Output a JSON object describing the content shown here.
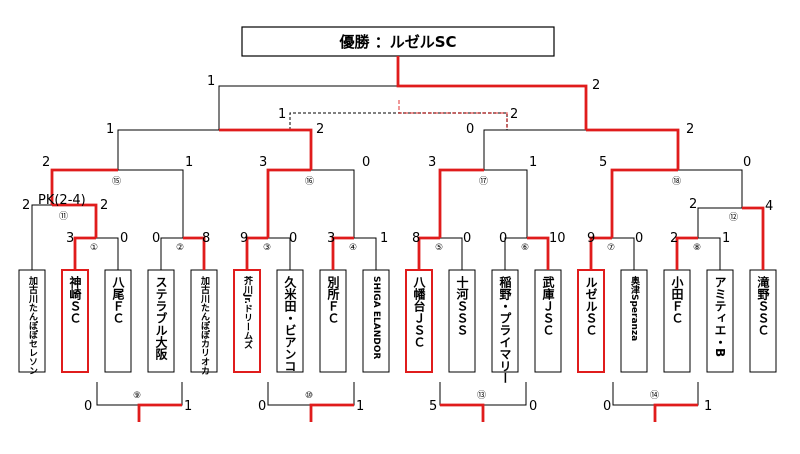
{
  "title": "優勝 ：ルゼルSC",
  "colors": {
    "win": "#e01c1c",
    "line": "#000000",
    "pen": "#e01c1c"
  },
  "teams": [
    {
      "id": "t1",
      "name": "加古川たんぽぽセレソン",
      "win": false
    },
    {
      "id": "t2",
      "name": "神崎ＳＣ",
      "win": true
    },
    {
      "id": "t3",
      "name": "八尾ＦＣ",
      "win": false
    },
    {
      "id": "t4",
      "name": "ステラブル大阪",
      "win": false
    },
    {
      "id": "t5",
      "name": "加古川たんぽぽカリオカ",
      "win": false
    },
    {
      "id": "t6",
      "name": "芥川Jr.ドリームズ",
      "win": true
    },
    {
      "id": "t7",
      "name": "久米田・ビアンコ",
      "win": false
    },
    {
      "id": "t8",
      "name": "別所ＦＣ",
      "win": false
    },
    {
      "id": "t9",
      "name": "SHIGA ELANDOR",
      "win": false
    },
    {
      "id": "t10",
      "name": "八幡台ＪＳＣ",
      "win": true
    },
    {
      "id": "t11",
      "name": "十河ＳＳＳ",
      "win": false
    },
    {
      "id": "t12",
      "name": "稲野・プライマリー",
      "win": false
    },
    {
      "id": "t13",
      "name": "武庫ＪＳＣ",
      "win": false
    },
    {
      "id": "t14",
      "name": "ルゼルＳＣ",
      "win": true
    },
    {
      "id": "t15",
      "name": "奥津Speranza",
      "win": false
    },
    {
      "id": "t16",
      "name": "小田ＦＣ",
      "win": false
    },
    {
      "id": "t17",
      "name": "アミティエ・B",
      "win": false
    },
    {
      "id": "t18",
      "name": "滝野ＳＳＣ",
      "win": false
    }
  ],
  "matches": [
    {
      "id": "m1",
      "label": "①",
      "scoreL": "3",
      "scoreR": "0"
    },
    {
      "id": "m2",
      "label": "②",
      "scoreL": "0",
      "scoreR": "8"
    },
    {
      "id": "m3",
      "label": "③",
      "scoreL": "9",
      "scoreR": "0"
    },
    {
      "id": "m4",
      "label": "④",
      "scoreL": "3",
      "scoreR": "1"
    },
    {
      "id": "m5",
      "label": "⑤",
      "scoreL": "8",
      "scoreR": "0"
    },
    {
      "id": "m6",
      "label": "⑥",
      "scoreL": "0",
      "scoreR": "10"
    },
    {
      "id": "m7",
      "label": "⑦",
      "scoreL": "9",
      "scoreR": "0"
    },
    {
      "id": "m8",
      "label": "⑧",
      "scoreL": "2",
      "scoreR": "1"
    },
    {
      "id": "m9",
      "label": "⑨",
      "scoreL": "0",
      "scoreR": "1"
    },
    {
      "id": "m10",
      "label": "⑩",
      "scoreL": "0",
      "scoreR": "1"
    },
    {
      "id": "m11",
      "label": "⑪",
      "scoreL": "2",
      "scoreR": "2",
      "note": "PK(2-4)"
    },
    {
      "id": "m12",
      "label": "⑫",
      "scoreL": "2",
      "scoreR": "4"
    },
    {
      "id": "m13",
      "label": "⑬",
      "scoreL": "5",
      "scoreR": "0"
    },
    {
      "id": "m14",
      "label": "⑭",
      "scoreL": "0",
      "scoreR": "1"
    },
    {
      "id": "m15",
      "label": "⑮",
      "scoreL": "2",
      "scoreR": "1"
    },
    {
      "id": "m16",
      "label": "⑯",
      "scoreL": "3",
      "scoreR": "0"
    },
    {
      "id": "m17",
      "label": "⑰",
      "scoreL": "3",
      "scoreR": "1"
    },
    {
      "id": "m18",
      "label": "⑱",
      "scoreL": "5",
      "scoreR": "0"
    },
    {
      "id": "semi1",
      "label": "",
      "scoreL": "1",
      "scoreR": "2"
    },
    {
      "id": "semi2",
      "label": "",
      "scoreL": "0",
      "scoreR": "2"
    },
    {
      "id": "third",
      "label": "",
      "scoreL": "1",
      "scoreR": "2"
    },
    {
      "id": "final",
      "label": "",
      "scoreL": "1",
      "scoreR": "2"
    }
  ]
}
